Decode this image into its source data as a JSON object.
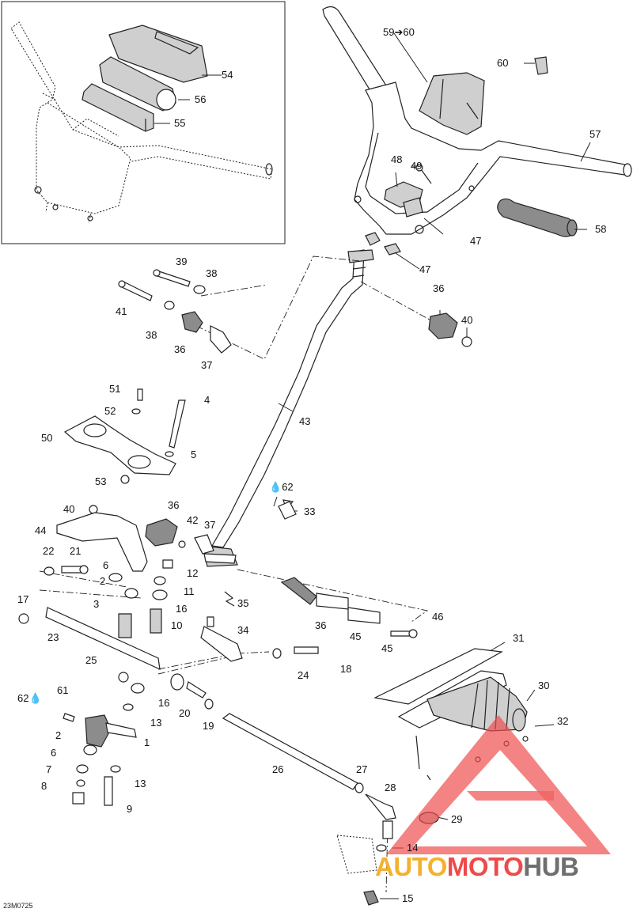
{
  "diagram": {
    "drawing_code": "23M0725",
    "watermark": {
      "part1": "AUTO",
      "part2": "MOTO",
      "part3": "HUB"
    },
    "colors": {
      "line": "#222222",
      "fill": "#c8c8c8",
      "dark": "#555555",
      "wm_red": "#ef4a4a",
      "wm_yellow": "#f4b12f",
      "wm_gray": "#6f6f6f"
    },
    "callouts": {
      "c59_60": "59➔60",
      "c60": "60",
      "c57": "57",
      "c58": "58",
      "c54": "54",
      "c56": "56",
      "c55": "55",
      "c48": "48",
      "c49": "49",
      "c47a": "47",
      "c47b": "47",
      "c39": "39",
      "c38a": "38",
      "c41": "41",
      "c38b": "38",
      "c36a": "36",
      "c37a": "37",
      "c36b": "36",
      "c40a": "40",
      "c43": "43",
      "c51": "51",
      "c4": "4",
      "c52": "52",
      "c50": "50",
      "c5": "5",
      "c53": "53",
      "c62a": "62",
      "c33": "33",
      "c40b": "40",
      "c36c": "36",
      "c42": "42",
      "c37b": "37",
      "c44": "44",
      "c22": "22",
      "c21": "21",
      "c6a": "6",
      "c12": "12",
      "c2a": "2",
      "c11": "11",
      "c17": "17",
      "c3": "3",
      "c16a": "16",
      "c35": "35",
      "c10": "10",
      "c36d": "36",
      "c45a": "45",
      "c45b": "45",
      "c46": "46",
      "c23": "23",
      "c34": "34",
      "c31": "31",
      "c25": "25",
      "c24": "24",
      "c18": "18",
      "c30": "30",
      "c62b": "62",
      "c61": "61",
      "c16b": "16",
      "c20": "20",
      "c19": "19",
      "c13a": "13",
      "c32": "32",
      "c1": "1",
      "c2b": "2",
      "c6b": "6",
      "c26": "26",
      "c7": "7",
      "c13b": "13",
      "c27": "27",
      "c8": "8",
      "c28": "28",
      "c9": "9",
      "c29": "29",
      "c14": "14",
      "c15": "15"
    }
  }
}
